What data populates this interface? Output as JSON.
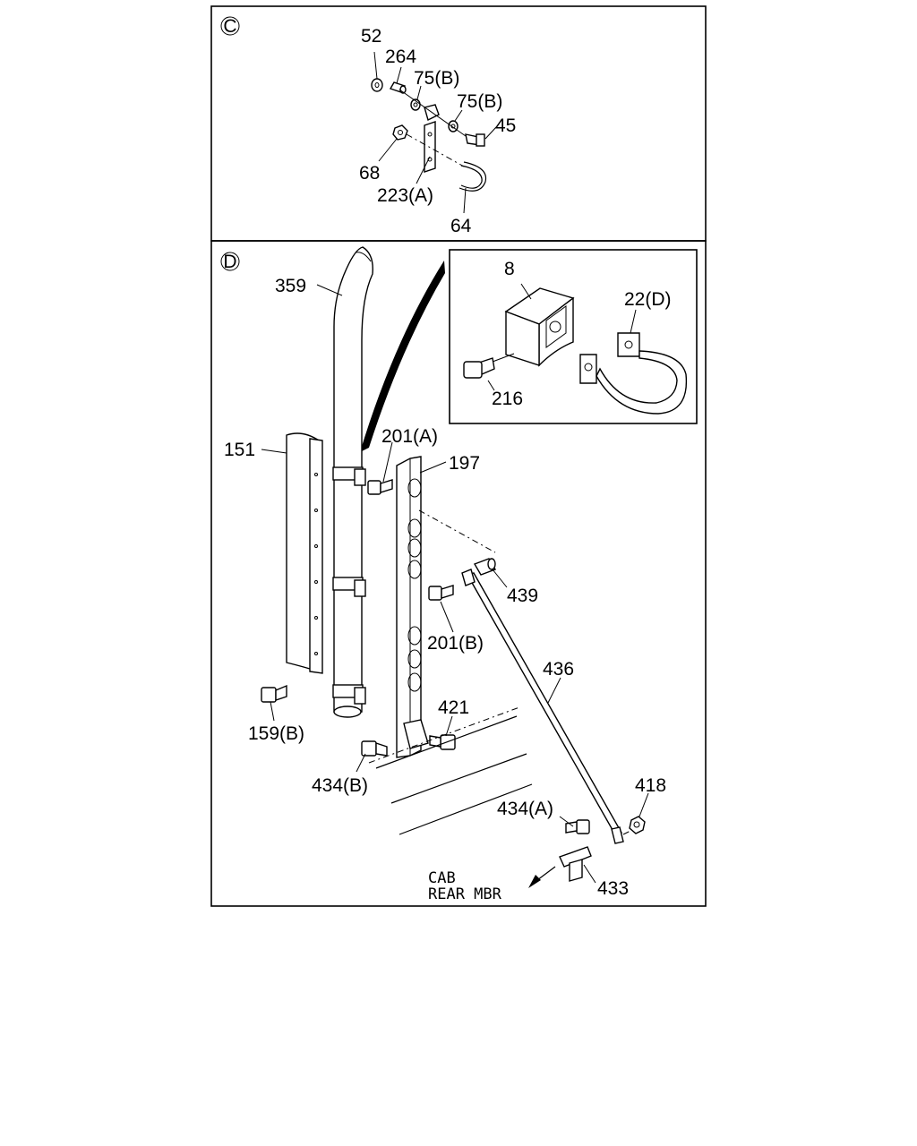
{
  "section_c": {
    "marker": "C",
    "labels": {
      "l52": "52",
      "l264": "264",
      "l75b_1": "75(B)",
      "l75b_2": "75(B)",
      "l45": "45",
      "l68": "68",
      "l223a": "223(A)",
      "l64": "64"
    }
  },
  "section_d": {
    "marker": "D",
    "labels": {
      "l359": "359",
      "l8": "8",
      "l22d": "22(D)",
      "l216": "216",
      "l151": "151",
      "l201a": "201(A)",
      "l197": "197",
      "l439": "439",
      "l201b": "201(B)",
      "l436": "436",
      "l159b": "159(B)",
      "l421": "421",
      "l434b": "434(B)",
      "l418": "418",
      "l434a": "434(A)",
      "l433": "433"
    },
    "direction_note": {
      "line1": "CAB",
      "line2": "REAR MBR"
    }
  }
}
